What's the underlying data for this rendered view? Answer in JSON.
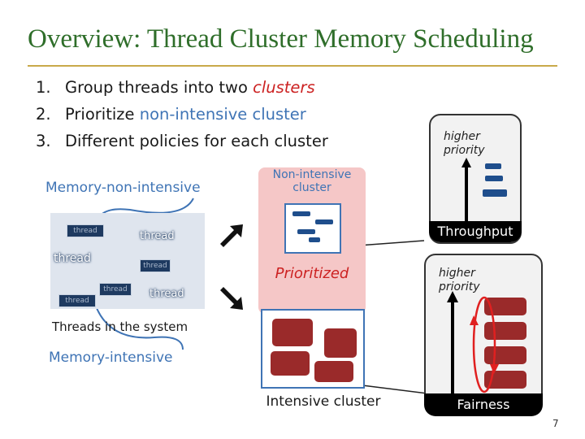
{
  "title": "Overview: Thread Cluster Memory Scheduling",
  "bullets": [
    {
      "num": "1.",
      "text": "Group threads into two ",
      "highlight": "clusters"
    },
    {
      "num": "2.",
      "text": "Prioritize ",
      "highlight": "non-intensive cluster"
    },
    {
      "num": "3.",
      "text": "Different policies for each cluster"
    }
  ],
  "left": {
    "non_intensive_label": "Memory-non-intensive",
    "threads_caption": "Threads in the system",
    "intensive_label": "Memory-intensive",
    "thread_word": "thread"
  },
  "middle": {
    "non_intensive_cluster_label": "Non-intensive cluster",
    "prioritized_label": "Prioritized",
    "intensive_cluster_label": "Intensive cluster"
  },
  "right": {
    "higher_priority": "higher priority",
    "throughput_label": "Throughput",
    "fairness_label": "Fairness"
  },
  "page_number": "7",
  "colors": {
    "title": "#2f6e2a",
    "highlight_red": "#cc2222",
    "highlight_blue": "#3f74b5",
    "non_intensive_bg": "#f5c7c7",
    "intensive_box": "#9a2a2a",
    "thread_block": "#1e3a60",
    "priority_ellipse": "#e02020"
  }
}
